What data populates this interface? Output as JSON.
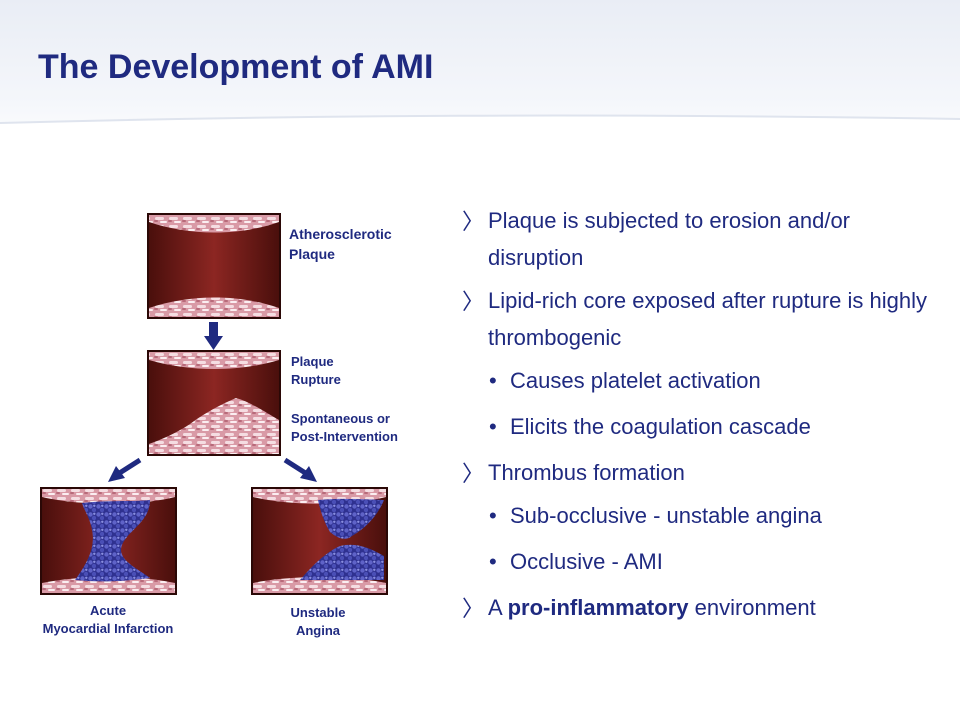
{
  "slide": {
    "title": "The Development of AMI"
  },
  "diagram": {
    "panel_top_label": [
      "Atherosclerotic",
      "Plaque"
    ],
    "panel_middle_label": [
      "Plaque",
      "Rupture"
    ],
    "panel_middle_sublabel": [
      "Spontaneous or",
      "Post-Intervention"
    ],
    "panel_left_label": [
      "Acute",
      "Myocardial Infarction"
    ],
    "panel_right_label": [
      "Unstable",
      "Angina"
    ],
    "colors": {
      "vessel_wall": "#3a0d0a",
      "vessel_lumen": "#7a1f1c",
      "plaque": "#e7b9c0",
      "thrombus": "#3b3ea6",
      "arrow": "#1f2a80"
    }
  },
  "bullets": [
    {
      "text": "Plaque is subjected to erosion and/or disruption"
    },
    {
      "text": "Lipid-rich core exposed after rupture is highly thrombogenic"
    },
    {
      "text": "Causes platelet activation"
    },
    {
      "text": "Elicits the coagulation cascade"
    },
    {
      "text": "Thrombus formation"
    },
    {
      "text": "Sub-occlusive - unstable angina"
    },
    {
      "text": "Occlusive -  AMI"
    },
    {
      "prefix": "A ",
      "bold": "pro-inflammatory",
      "suffix": " environment"
    }
  ],
  "markers": {
    "level1": "〉",
    "level2": "•"
  }
}
